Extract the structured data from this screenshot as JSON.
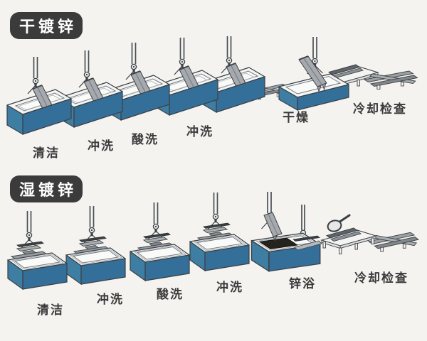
{
  "page": {
    "background": "#f4f3f0"
  },
  "colors": {
    "badge_bg": "#3b3b3b",
    "badge_text": "#ffffff",
    "tank_blue_light": "#3f7ea3",
    "tank_blue_dark": "#336f99",
    "rim_white": "#f4f5f3",
    "beam_gray": "#a6aaae",
    "zinc_bath_dark": "#26221c",
    "label_text": "#3a3a3a",
    "outline": "#3b3f43"
  },
  "icons": {
    "magnifier": "magnifying-glass-inspection",
    "crane": "hoist-cable-hook"
  },
  "dry_process": {
    "badge": "干镀锌",
    "steps": [
      {
        "label": "清洁"
      },
      {
        "label": "冲洗"
      },
      {
        "label": "酸洗"
      },
      {
        "label": "冲洗"
      },
      {
        "label": "干燥"
      },
      {
        "label": "冷却检查"
      }
    ]
  },
  "wet_process": {
    "badge": "湿镀锌",
    "steps": [
      {
        "label": "清洁"
      },
      {
        "label": "冲洗"
      },
      {
        "label": "酸洗"
      },
      {
        "label": "冲洗"
      },
      {
        "label": "锌浴"
      },
      {
        "label": "冷却检查"
      }
    ]
  }
}
